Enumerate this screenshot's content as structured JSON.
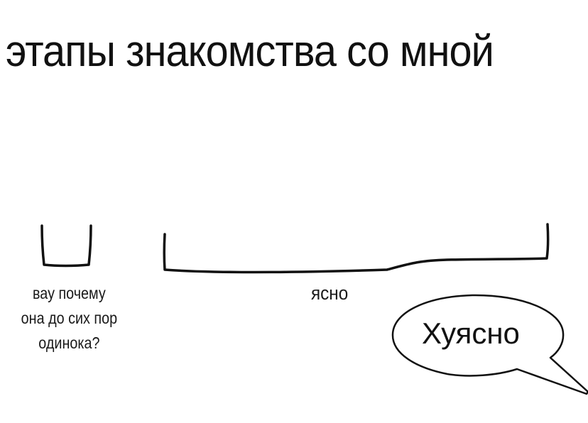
{
  "title": "этапы знакомства со мной",
  "stages": {
    "first": {
      "caption_lines": [
        "вау почему",
        "она до сих пор",
        "одинока?"
      ]
    },
    "second": {
      "caption": "ясно"
    }
  },
  "speech_bubble": {
    "text": "Хуясно"
  },
  "colors": {
    "background": "#ffffff",
    "ink": "#111111"
  }
}
